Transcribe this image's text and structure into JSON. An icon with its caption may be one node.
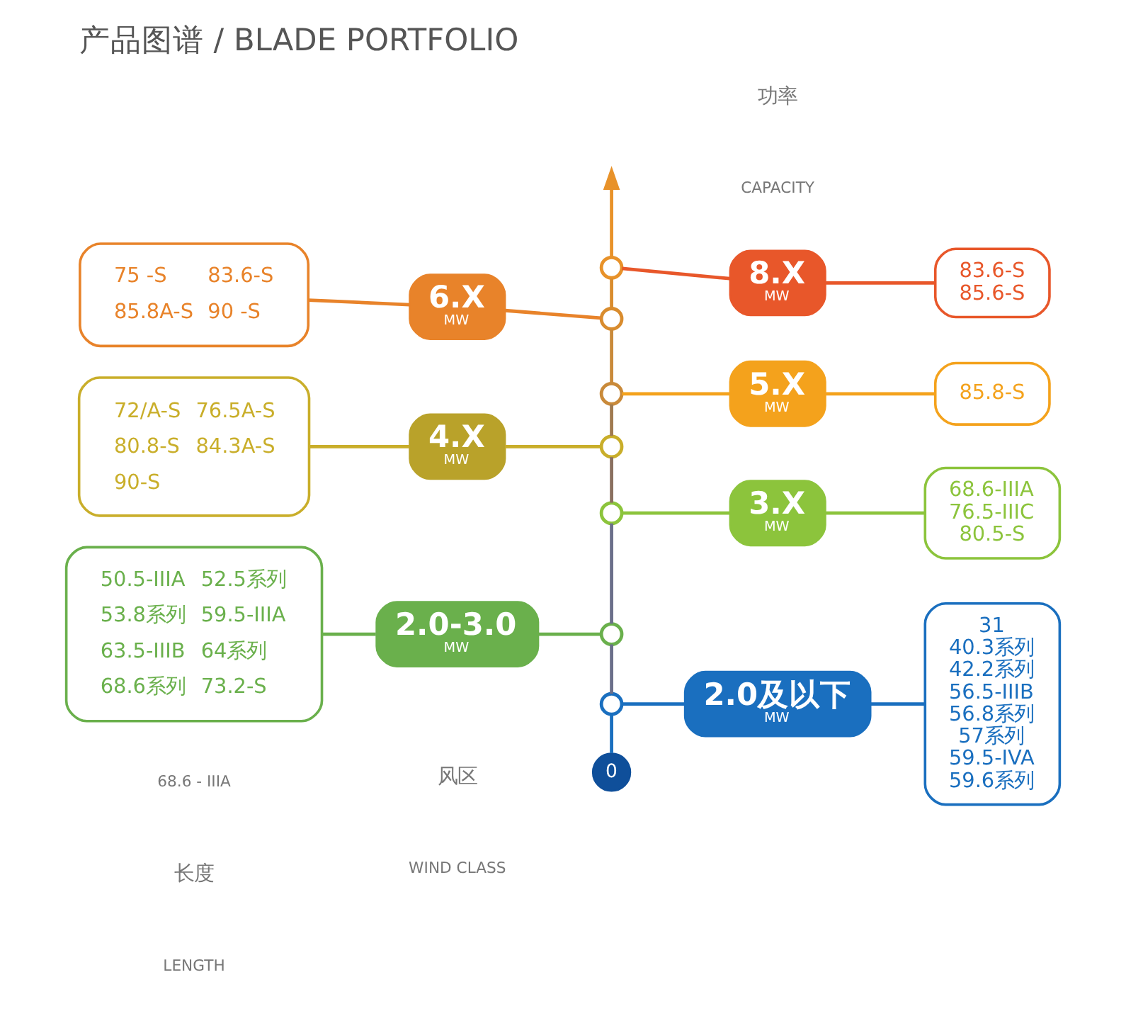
{
  "diagram": {
    "title": "产品图谱 / BLADE PORTFOLIO",
    "nodes": [
      {
        "text": [],
        "shape": "circle"
      },
      {
        "text": [
          "8.X",
          "MW"
        ]
      },
      {
        "text": [
          "83.6-S",
          "85.6-S"
        ]
      },
      {
        "text": [],
        "shape": "circle"
      },
      {
        "text": [
          "6.X",
          "MW"
        ]
      },
      {
        "text": [
          "75 -S",
          "83.6-S",
          "85.8A-S",
          "90 -S"
        ]
      },
      {
        "text": [],
        "shape": "circle"
      },
      {
        "text": [
          "5.X",
          "MW"
        ]
      },
      {
        "text": [
          "85.8-S"
        ]
      },
      {
        "text": [],
        "shape": "circle"
      },
      {
        "text": [
          "4.X",
          "MW"
        ]
      },
      {
        "text": [
          "72/A-S",
          "76.5A-S",
          "80.8-S",
          "84.3A-S",
          "90-S"
        ]
      },
      {
        "text": [],
        "shape": "circle"
      },
      {
        "text": [
          "3.X",
          "MW"
        ]
      },
      {
        "text": [
          "68.6-IIIA",
          "76.5-IIIC",
          "80.5-S"
        ]
      },
      {
        "text": [],
        "shape": "circle"
      },
      {
        "text": [
          "2.0-3.0",
          "MW"
        ]
      },
      {
        "text": [
          "50.5-IIIA",
          "52.5系列",
          "53.8系列",
          "59.5-IIIA",
          "63.5-IIIB",
          "64系列",
          "68.6系列",
          "73.2-S"
        ]
      },
      {
        "text": [],
        "shape": "circle"
      },
      {
        "text": [
          "2.0及以下",
          "MW"
        ]
      },
      {
        "text": [
          "31",
          "40.3系列",
          "42.2系列",
          "56.5-IIIB",
          "56.8系列",
          "57系列",
          "59.5-IVA",
          "59.6系列"
        ]
      },
      {
        "text": [
          "0"
        ]
      }
    ],
    "edges": [
      {
        "from": 21,
        "to": 18,
        "arrow": "none",
        "color": "#1a6fbf"
      },
      {
        "from": 18,
        "to": 15,
        "arrow": "none",
        "color": "#6b6f8a"
      },
      {
        "from": 15,
        "to": 12,
        "arrow": "none",
        "color": "#6b6f8a"
      },
      {
        "from": 12,
        "to": 9,
        "arrow": "none",
        "color": "#8a7060"
      },
      {
        "from": 9,
        "to": 6,
        "arrow": "none",
        "color": "#a07a50"
      },
      {
        "from": 6,
        "to": 3,
        "arrow": "none",
        "color": "#c98a3a"
      },
      {
        "from": 3,
        "to": 0,
        "arrow": "none",
        "color": "#d98c2e"
      },
      {
        "from": 0,
        "to": null,
        "arrow": "to",
        "color": "#e8922a"
      },
      {
        "from": 0,
        "to": 1,
        "arrow": "none",
        "color": "#e8572a"
      },
      {
        "from": 1,
        "to": 2,
        "arrow": "none",
        "color": "#e8572a"
      },
      {
        "from": 3,
        "to": 4,
        "arrow": "none",
        "color": "#e8832a"
      },
      {
        "from": 4,
        "to": 5,
        "arrow": "none",
        "color": "#e8832a"
      },
      {
        "from": 6,
        "to": 7,
        "arrow": "none",
        "color": "#f4a21c"
      },
      {
        "from": 7,
        "to": 8,
        "arrow": "none",
        "color": "#f4a21c"
      },
      {
        "from": 9,
        "to": 10,
        "arrow": "none",
        "color": "#c9ae2a"
      },
      {
        "from": 10,
        "to": 11,
        "arrow": "none",
        "color": "#c9ae2a"
      },
      {
        "from": 12,
        "to": 13,
        "arrow": "none",
        "color": "#8cc43c"
      },
      {
        "from": 13,
        "to": 14,
        "arrow": "none",
        "color": "#8cc43c"
      },
      {
        "from": 15,
        "to": 16,
        "arrow": "none",
        "color": "#6ab04c"
      },
      {
        "from": 16,
        "to": 17,
        "arrow": "none",
        "color": "#6ab04c"
      },
      {
        "from": 18,
        "to": 19,
        "arrow": "none",
        "color": "#1a6fbf"
      },
      {
        "from": 19,
        "to": 20,
        "arrow": "none",
        "color": "#1a6fbf"
      }
    ],
    "labels": [
      "功率",
      "CAPACITY",
      "68.6 - IIIA",
      "长度",
      "LENGTH",
      "风区",
      "WIND CLASS"
    ]
  }
}
